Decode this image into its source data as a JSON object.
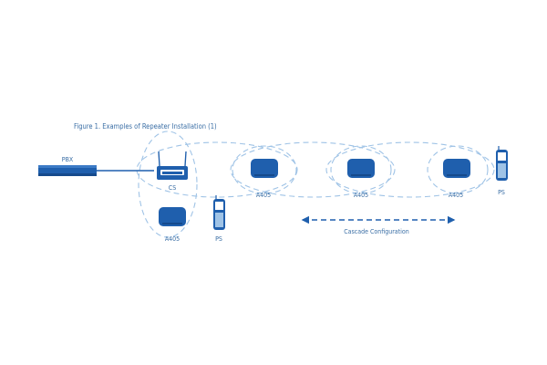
{
  "figure": {
    "title": "Figure 1. Examples of Repeater Installation (1)"
  },
  "labels": {
    "pbx": "PBX",
    "cs": "CS",
    "ps_handset_1": "PS",
    "ps_handset_2": "PS",
    "repeater_single": "A405",
    "repeater_chain_1": "A405",
    "repeater_chain_2": "A405",
    "repeater_chain_3": "A405",
    "cascade": "Cascade Configuration"
  },
  "colors": {
    "device_blue": "#1f5fad",
    "device_dark": "#154a8c",
    "zone_dash": "#9fc3e6",
    "label_blue": "#3a6ea5"
  }
}
